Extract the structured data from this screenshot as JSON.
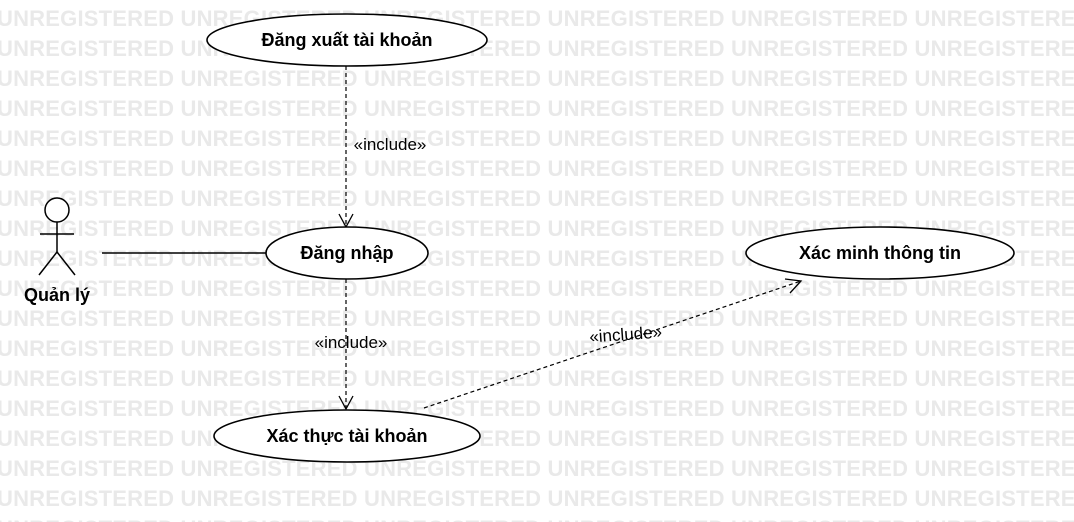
{
  "watermark": {
    "text": "UNREGISTERED",
    "color": "#e9e9e9"
  },
  "actors": [
    {
      "id": "actor-quan-ly",
      "label": "Quản lý"
    }
  ],
  "use_cases": [
    {
      "id": "uc-dang-xuat",
      "label": "Đăng xuất tài khoản"
    },
    {
      "id": "uc-dang-nhap",
      "label": "Đăng nhập"
    },
    {
      "id": "uc-xac-thuc",
      "label": "Xác thực tài khoản"
    },
    {
      "id": "uc-xac-minh",
      "label": "Xác minh thông tin"
    }
  ],
  "relations": [
    {
      "id": "rel-actor-login",
      "type": "association",
      "from": "Quản lý",
      "to": "Đăng nhập",
      "label": ""
    },
    {
      "id": "rel-logout-login",
      "type": "include",
      "from": "Đăng xuất tài khoản",
      "to": "Đăng nhập",
      "label": "«include»"
    },
    {
      "id": "rel-login-auth",
      "type": "include",
      "from": "Đăng nhập",
      "to": "Xác thực tài khoản",
      "label": "«include»"
    },
    {
      "id": "rel-auth-verify",
      "type": "include",
      "from": "Xác thực tài khoản",
      "to": "Xác minh thông tin",
      "label": "«include»"
    }
  ]
}
